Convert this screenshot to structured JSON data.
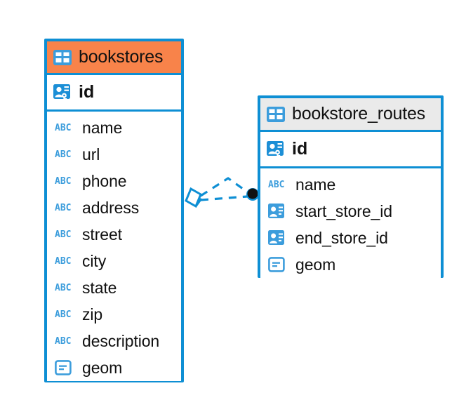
{
  "diagram": {
    "type": "entity-relationship-diagram",
    "background_color": "#ffffff",
    "accent_color": "#0E8FD4",
    "highlight_color": "#F8834A",
    "neutral_header_color": "#EAEAEA"
  },
  "entities": [
    {
      "name": "bookstores",
      "header_style": "accent-orange",
      "primary_key": {
        "label": "id",
        "icon": "primary-key-icon"
      },
      "fields": [
        {
          "label": "name",
          "icon": "abc-text-icon",
          "icon_text": "ABC"
        },
        {
          "label": "url",
          "icon": "abc-text-icon",
          "icon_text": "ABC"
        },
        {
          "label": "phone",
          "icon": "abc-text-icon",
          "icon_text": "ABC"
        },
        {
          "label": "address",
          "icon": "abc-text-icon",
          "icon_text": "ABC"
        },
        {
          "label": "street",
          "icon": "abc-text-icon",
          "icon_text": "ABC"
        },
        {
          "label": "city",
          "icon": "abc-text-icon",
          "icon_text": "ABC"
        },
        {
          "label": "state",
          "icon": "abc-text-icon",
          "icon_text": "ABC"
        },
        {
          "label": "zip",
          "icon": "abc-text-icon",
          "icon_text": "ABC"
        },
        {
          "label": "description",
          "icon": "abc-text-icon",
          "icon_text": "ABC"
        },
        {
          "label": "geom",
          "icon": "geometry-icon",
          "icon_text": ""
        }
      ]
    },
    {
      "name": "bookstore_routes",
      "header_style": "accent-gray",
      "primary_key": {
        "label": "id",
        "icon": "primary-key-icon"
      },
      "fields": [
        {
          "label": "name",
          "icon": "abc-text-icon",
          "icon_text": "ABC"
        },
        {
          "label": "start_store_id",
          "icon": "foreign-key-icon",
          "icon_text": ""
        },
        {
          "label": "end_store_id",
          "icon": "foreign-key-icon",
          "icon_text": ""
        },
        {
          "label": "geom",
          "icon": "geometry-icon",
          "icon_text": ""
        }
      ]
    }
  ],
  "relationship": {
    "style": "dashed",
    "color": "#0E8FD4",
    "source_marker": "hollow-diamond",
    "target_marker": "filled-circle",
    "branch_count": 2
  }
}
